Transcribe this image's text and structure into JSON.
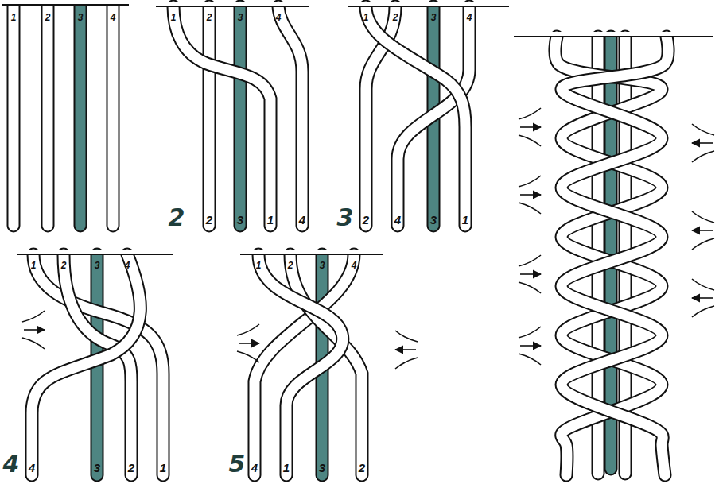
{
  "diagram": {
    "labels": [
      "1",
      "2",
      "3",
      "4",
      "1",
      "2",
      "3",
      "4",
      "1",
      "2",
      "3",
      "4",
      "2",
      "2",
      "3",
      "1",
      "4",
      "3",
      "2",
      "4",
      "3",
      "1",
      "1",
      "2",
      "3",
      "4",
      "1",
      "2",
      "3",
      "4",
      "4",
      "4",
      "3",
      "2",
      "1",
      "5",
      "4",
      "1",
      "3",
      "2"
    ]
  }
}
